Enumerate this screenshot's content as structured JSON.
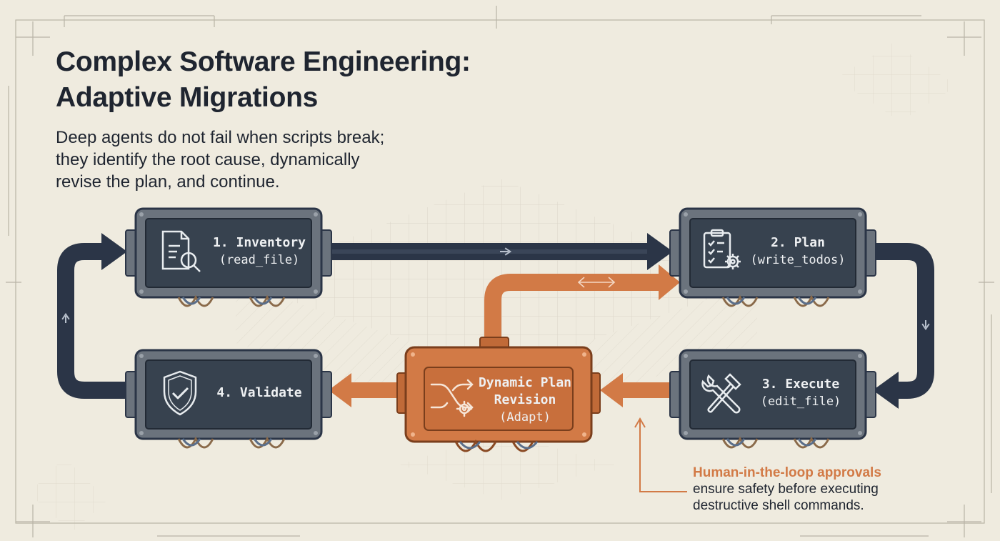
{
  "title": {
    "line1": "Complex Software Engineering:",
    "line2": "Adaptive Migrations"
  },
  "subtitle": {
    "line1": "Deep agents do not fail when scripts break;",
    "line2": "they identify the root cause, dynamically",
    "line3": "revise the plan, and continue."
  },
  "steps": [
    {
      "title": "1. Inventory",
      "tool": "(read_file)",
      "icon": "document-search-icon"
    },
    {
      "title": "2. Plan",
      "tool": "(write_todos)",
      "icon": "clipboard-gear-icon"
    },
    {
      "title": "3. Execute",
      "tool": "(edit_file)",
      "icon": "wrench-hammer-icon"
    },
    {
      "title": "4. Validate",
      "tool": "",
      "icon": "shield-check-icon"
    }
  ],
  "revision": {
    "line1": "Dynamic Plan",
    "line2": "Revision",
    "line3": "(Adapt)",
    "icon": "shuffle-gear-icon"
  },
  "note": {
    "highlight": "Human-in-the-loop approvals",
    "line2": "ensure safety before executing",
    "line3": "destructive shell commands."
  },
  "colors": {
    "background": "#efebdf",
    "navy_pipe": "#2b3547",
    "module_dark": "#37424f",
    "module_metal": "#6b737d",
    "accent_orange": "#d27a46",
    "text": "#1f2530"
  }
}
